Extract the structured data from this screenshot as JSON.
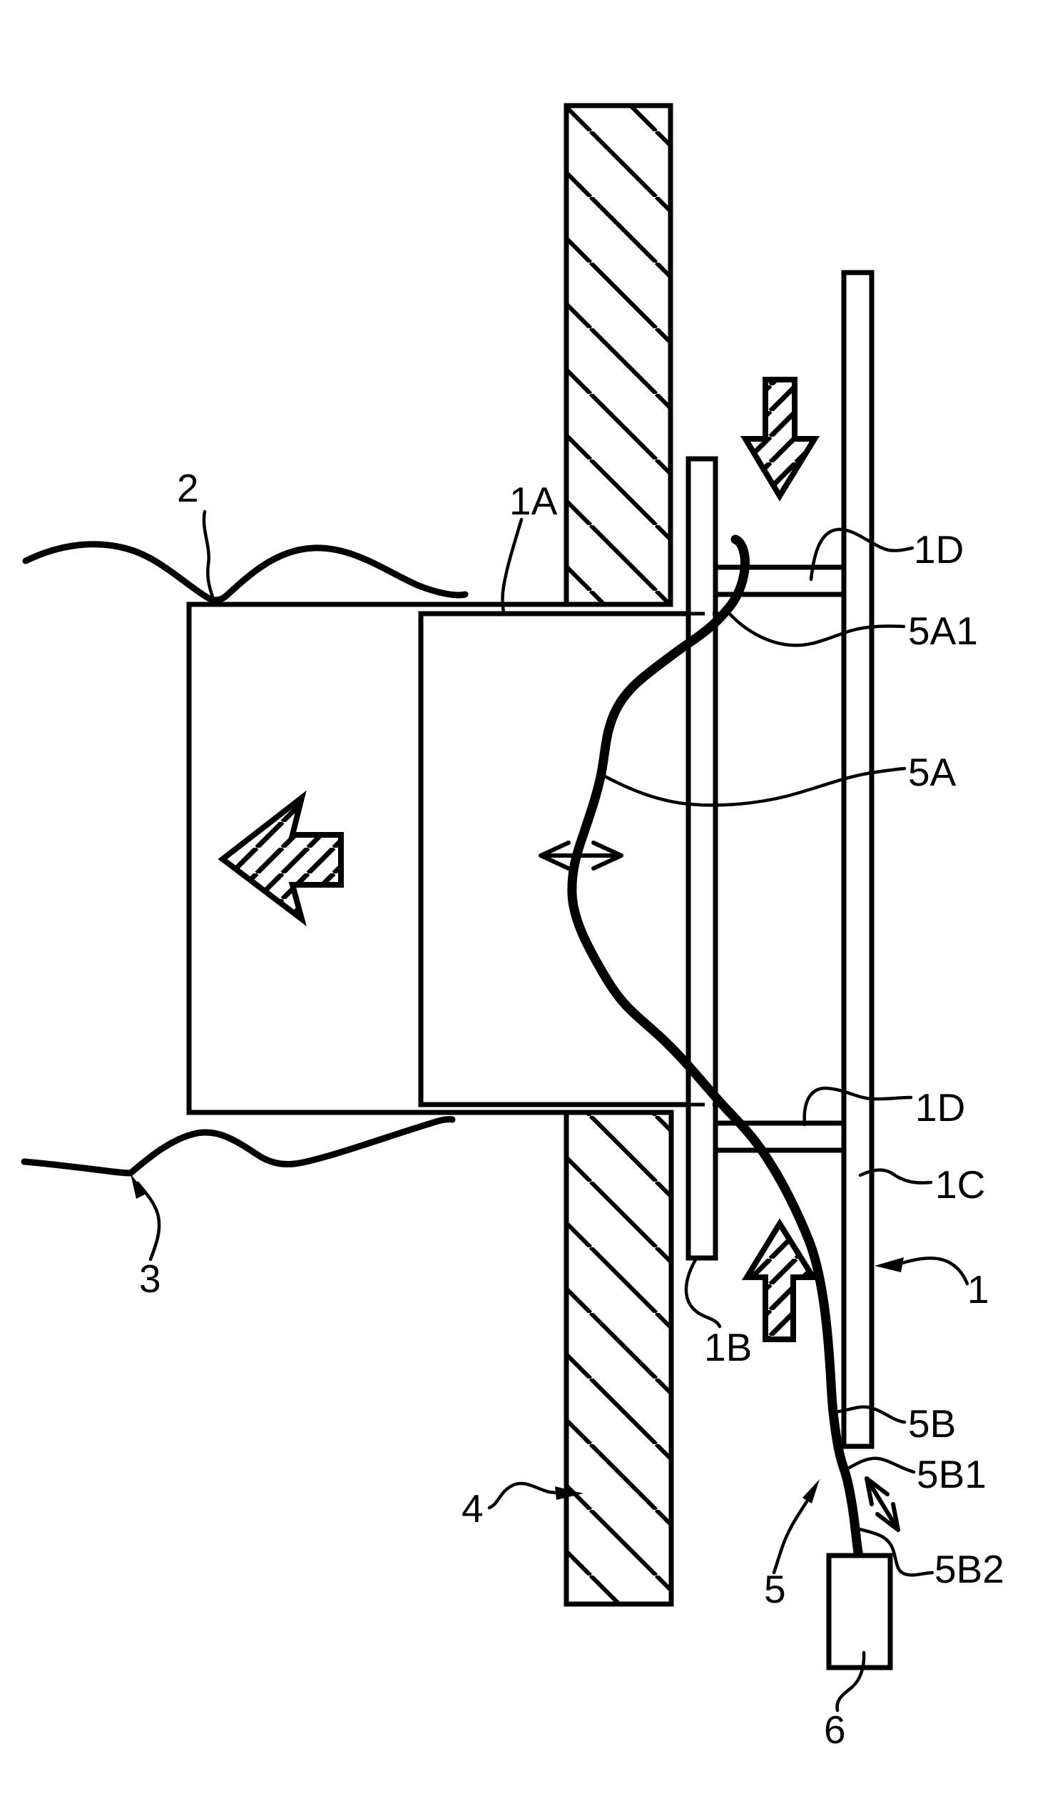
{
  "figure": {
    "type": "patent-technical-drawing",
    "background_color": "#ffffff",
    "line_color": "#000000",
    "reference_labels": {
      "r2": "2",
      "r1A": "1A",
      "r1D_top": "1D",
      "r5A1": "5A1",
      "r5A": "5A",
      "r1D_bottom": "1D",
      "r1C": "1C",
      "r1B": "1B",
      "r1": "1",
      "r5B": "5B",
      "r5B1": "5B1",
      "r5B2": "5B2",
      "r4": "4",
      "r5": "5",
      "r6": "6",
      "r3": "3"
    }
  }
}
